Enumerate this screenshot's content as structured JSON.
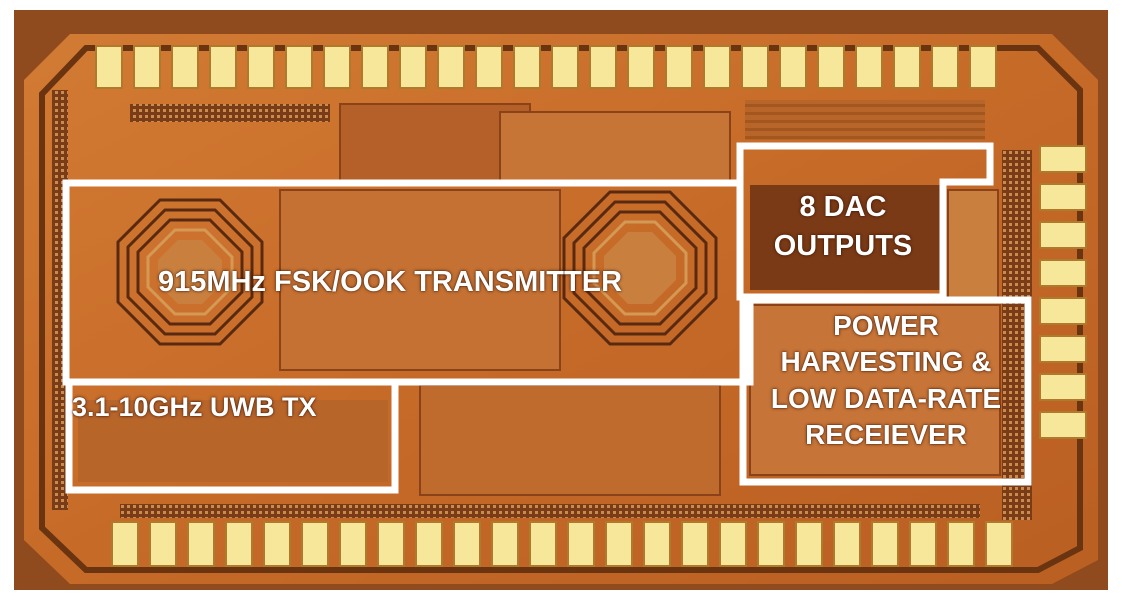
{
  "figure": {
    "blocks": [
      {
        "id": "transmitter",
        "lines": [
          "915MHz FSK/OOK TRANSMITTER"
        ]
      },
      {
        "id": "uwb",
        "lines": [
          "3.1-10GHz UWB TX"
        ]
      },
      {
        "id": "dac",
        "lines": [
          "8 DAC",
          "OUTPUTS"
        ]
      },
      {
        "id": "power",
        "lines": [
          "POWER",
          "HARVESTING &",
          "LOW DATA-RATE",
          "RECEIEVER"
        ]
      }
    ],
    "colors": {
      "die": "#c96f2a",
      "die_dark": "#8a4219",
      "pad": "#f6e79b",
      "pad_edge": "#b07a2c",
      "outline": "#ffffff"
    }
  }
}
